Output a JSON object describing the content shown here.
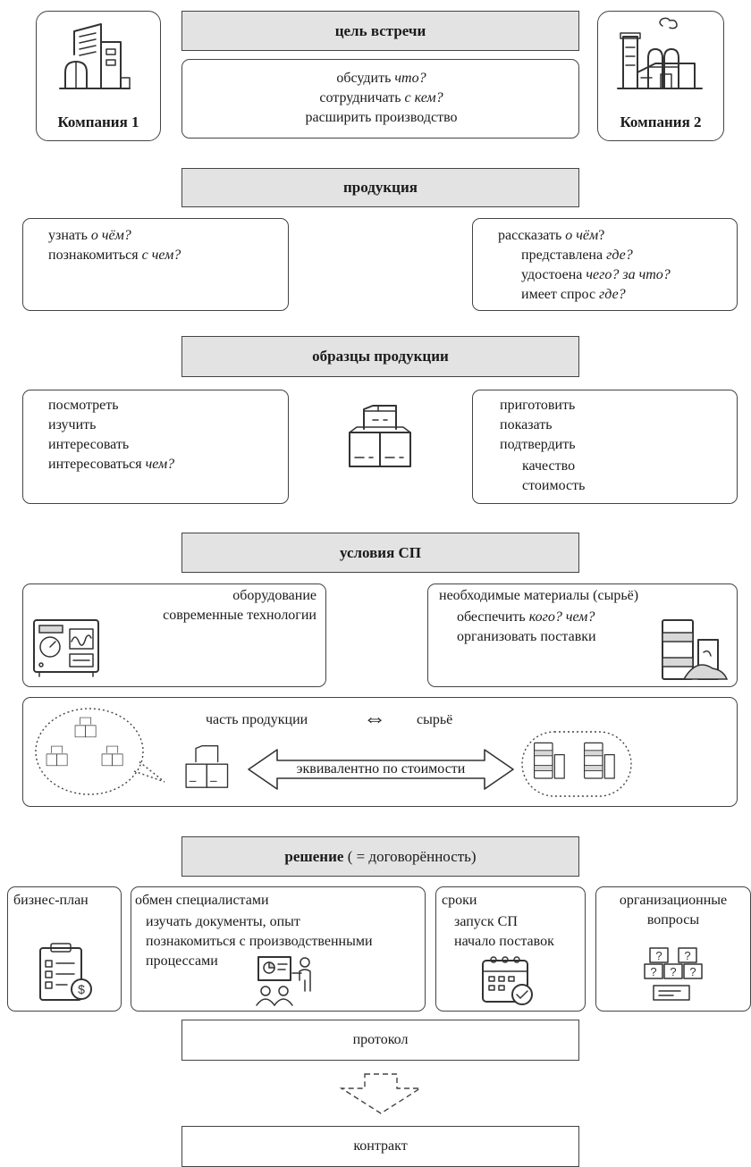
{
  "companies": {
    "left": "Компания 1",
    "right": "Компания 2"
  },
  "meeting": {
    "title": "цель встречи",
    "line1_verb": "обсудить",
    "line1_q": "что?",
    "line2_verb": "сотрудничать",
    "line2_q": "с кем?",
    "line3": "расширить производство"
  },
  "products": {
    "title": "продукция",
    "left_1_verb": "узнать",
    "left_1_q": "о чём?",
    "left_2_verb": "познакомиться",
    "left_2_q": "с чем?",
    "right_1_verb": "рассказать",
    "right_1_q": "о чём",
    "right_1_end": "?",
    "right_2_verb": "представлена",
    "right_2_q": "где?",
    "right_3_verb": "удостоена",
    "right_3_q": "чего? за что?",
    "right_4_verb": "имеет спрос",
    "right_4_q": "где?"
  },
  "samples": {
    "title": "образцы продукции",
    "left_1": "посмотреть",
    "left_2": "изучить",
    "left_3": "интересовать",
    "left_4_verb": "интересоваться",
    "left_4_q": "чем?",
    "right_1": "приготовить",
    "right_2": "показать",
    "right_3": "подтвердить",
    "right_4": "качество",
    "right_5": "стоимость"
  },
  "conditions": {
    "title": "условия СП",
    "equipment_1": "оборудование",
    "equipment_2": "современные технологии",
    "materials_1": "необходимые материалы (сырьё)",
    "materials_2_verb": "обеспечить",
    "materials_2_q": "кого? чем?",
    "materials_3": "организовать поставки",
    "exchange_left": "часть продукции",
    "exchange_symbol": "⇔",
    "exchange_right": "сырьё",
    "equivalent": "эквивалентно по стоимости"
  },
  "decision": {
    "title_bold": "решение",
    "title_rest": " ( = договорённость)",
    "business_plan": "бизнес-план",
    "exchange_title": "обмен специалистами",
    "exchange_1": "изучать документы, опыт",
    "exchange_2": "познакомиться с производственными",
    "exchange_3": "процессами",
    "terms_title": "сроки",
    "terms_1": "запуск СП",
    "terms_2": "начало поставок",
    "org_1": "организационные",
    "org_2": "вопросы"
  },
  "protocol": "протокол",
  "contract": "контракт",
  "icons": [
    "office-building-icon",
    "factory-icon",
    "boxes-icon",
    "control-panel-icon",
    "barrels-icon",
    "clipboard-dollar-icon",
    "presentation-icon",
    "calendar-check-icon",
    "question-bubbles-icon",
    "down-arrow-icon"
  ]
}
